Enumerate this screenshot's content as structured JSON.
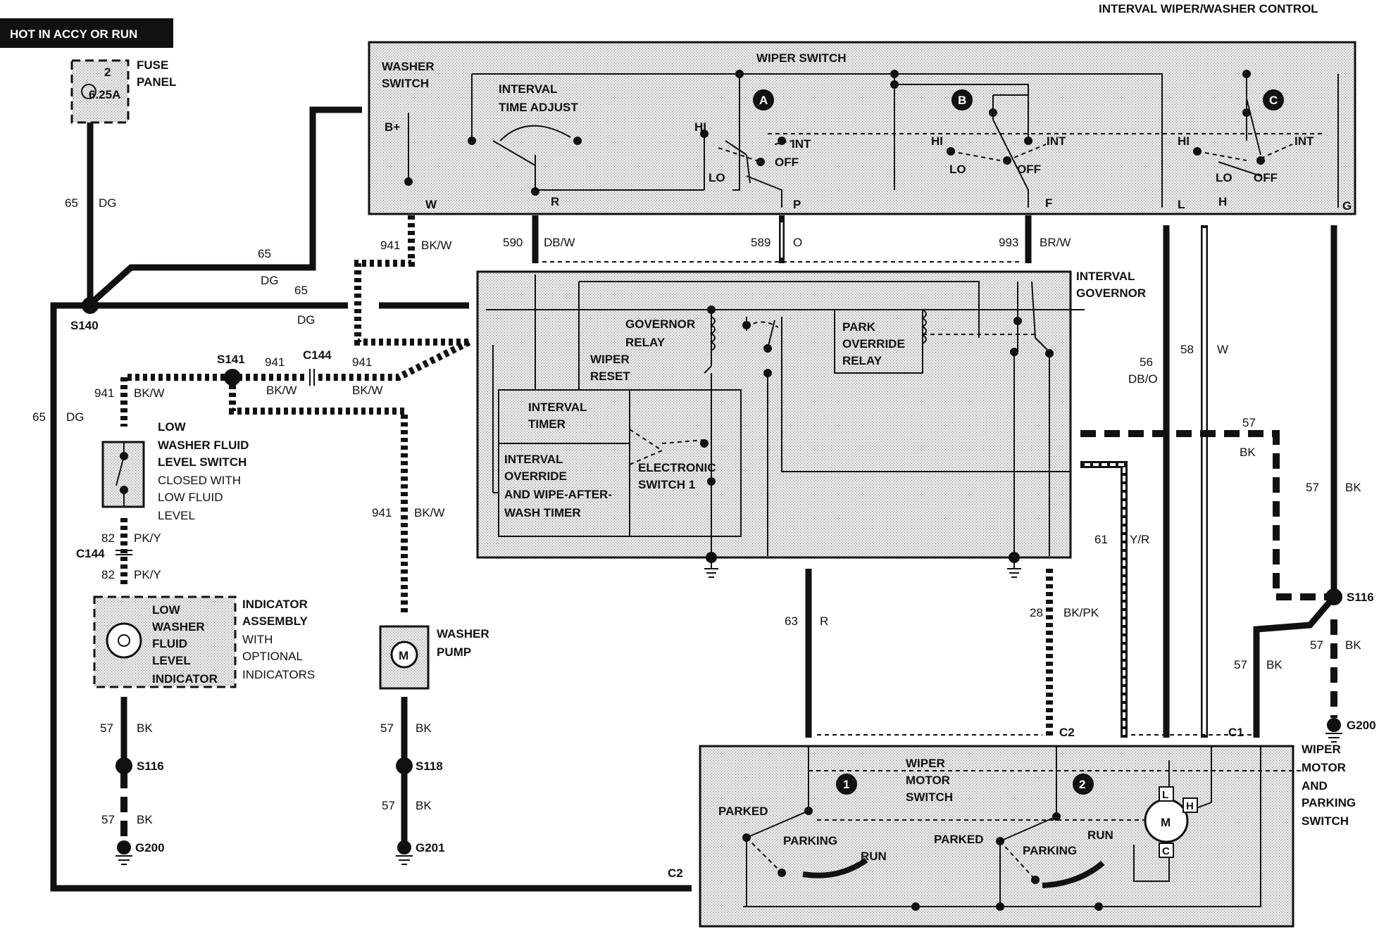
{
  "title": "INTERVAL WIPER/WASHER CONTROL",
  "power_badge": "HOT IN ACCY OR RUN",
  "fuse": {
    "number": "2",
    "rating": "6.25A",
    "label": [
      "FUSE",
      "PANEL"
    ]
  },
  "components": {
    "wiper_switch": "WIPER SWITCH",
    "washer_switch": [
      "WASHER",
      "SWITCH"
    ],
    "interval_time_adjust": [
      "INTERVAL",
      "TIME ADJUST"
    ],
    "interval_governor": [
      "INTERVAL",
      "GOVERNOR"
    ],
    "governor_relay": [
      "GOVERNOR",
      "RELAY"
    ],
    "wiper_reset": [
      "WIPER",
      "RESET"
    ],
    "park_override_relay": [
      "PARK",
      "OVERRIDE",
      "RELAY"
    ],
    "interval_timer": [
      "INTERVAL",
      "TIMER"
    ],
    "interval_override": [
      "INTERVAL",
      "OVERRIDE",
      "AND WIPE-AFTER-",
      "WASH TIMER"
    ],
    "electronic_switch": [
      "ELECTRONIC",
      "SWITCH 1"
    ],
    "low_fluid_switch": [
      "LOW",
      "WASHER FLUID",
      "LEVEL SWITCH",
      "CLOSED WITH",
      "LOW FLUID",
      "LEVEL"
    ],
    "indicator_inner": [
      "LOW",
      "WASHER",
      "FLUID",
      "LEVEL",
      "INDICATOR"
    ],
    "indicator_assembly": [
      "INDICATOR",
      "ASSEMBLY",
      "WITH",
      "OPTIONAL",
      "INDICATORS"
    ],
    "washer_pump": [
      "WASHER",
      "PUMP"
    ],
    "wiper_motor_switch": [
      "WIPER",
      "MOTOR",
      "SWITCH"
    ],
    "wiper_motor_parking": [
      "WIPER",
      "MOTOR",
      "AND",
      "PARKING",
      "SWITCH"
    ]
  },
  "switch_positions": {
    "hi": "HI",
    "lo": "LO",
    "int": "INT",
    "off": "OFF",
    "parked": "PARKED",
    "parking": "PARKING",
    "run": "RUN",
    "b_plus": "B+"
  },
  "circles": [
    "A",
    "B",
    "C",
    "1",
    "2"
  ],
  "motor": {
    "m": "M",
    "l": "L",
    "h": "H",
    "c": "C"
  },
  "pins": [
    "W",
    "R",
    "P",
    "F",
    "L",
    "H",
    "G"
  ],
  "wires": [
    {
      "circuit": "65",
      "color": "DG"
    },
    {
      "circuit": "941",
      "color": "BK/W"
    },
    {
      "circuit": "590",
      "color": "DB/W"
    },
    {
      "circuit": "589",
      "color": "O"
    },
    {
      "circuit": "993",
      "color": "BR/W"
    },
    {
      "circuit": "56",
      "color": "DB/O"
    },
    {
      "circuit": "58",
      "color": "W"
    },
    {
      "circuit": "57",
      "color": "BK"
    },
    {
      "circuit": "82",
      "color": "PK/Y"
    },
    {
      "circuit": "61",
      "color": "Y/R"
    },
    {
      "circuit": "63",
      "color": "R"
    },
    {
      "circuit": "28",
      "color": "BK/PK"
    }
  ],
  "splices": [
    "S140",
    "S141",
    "S116",
    "S118"
  ],
  "connectors": [
    "C144",
    "C2",
    "C1"
  ],
  "grounds": [
    "G200",
    "G201"
  ]
}
